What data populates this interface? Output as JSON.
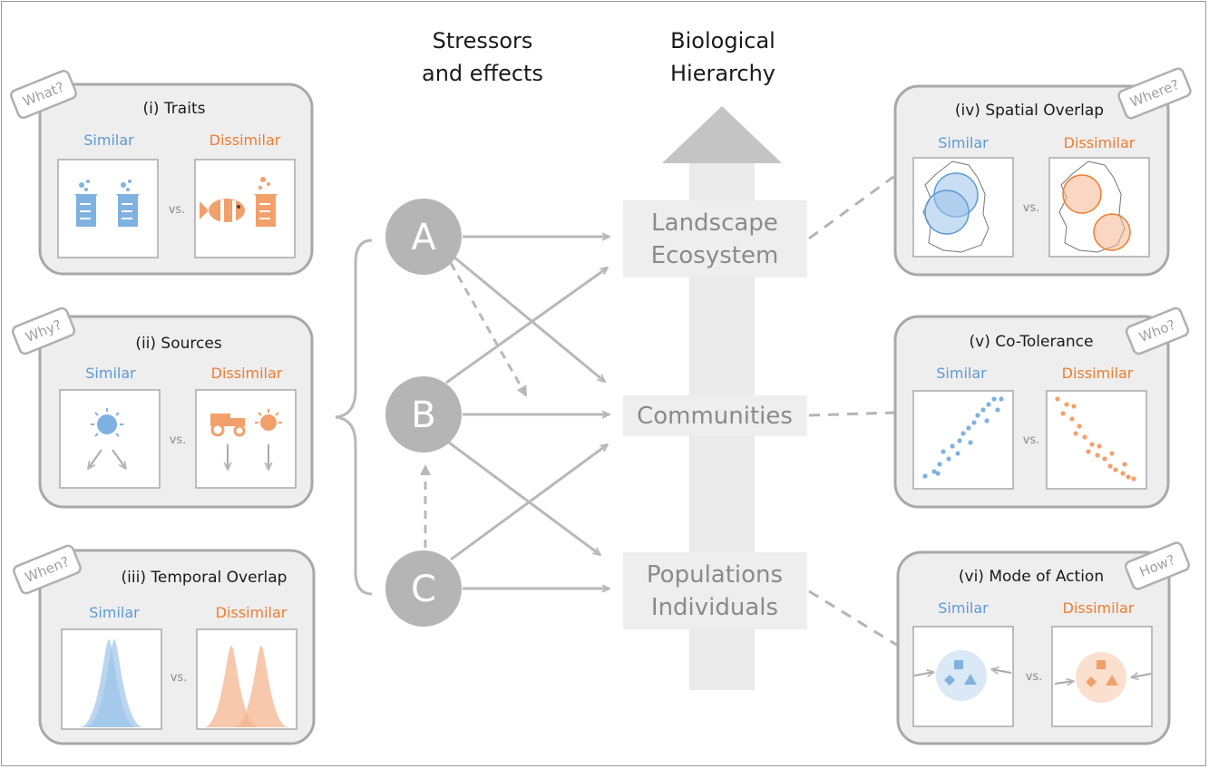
{
  "headers": {
    "stressors": [
      "Stressors",
      "and effects"
    ],
    "hierarchy": [
      "Biological",
      "Hierarchy"
    ]
  },
  "panels": {
    "traits": {
      "title": "(i) Traits",
      "tag": "What?",
      "similar": "Similar",
      "dissimilar": "Dissimilar",
      "vs": "vs."
    },
    "sources": {
      "title": "(ii) Sources",
      "tag": "Why?",
      "similar": "Similar",
      "dissimilar": "Dissimilar",
      "vs": "vs."
    },
    "temporal": {
      "title": "(iii) Temporal Overlap",
      "tag": "When?",
      "similar": "Similar",
      "dissimilar": "Dissimilar",
      "vs": "vs."
    },
    "spatial": {
      "title": "(iv) Spatial Overlap",
      "tag": "Where?",
      "similar": "Similar",
      "dissimilar": "Dissimilar",
      "vs": "vs."
    },
    "cotolerance": {
      "title": "(v) Co-Tolerance",
      "tag": "Who?",
      "similar": "Similar",
      "dissimilar": "Dissimilar",
      "vs": "vs."
    },
    "mode": {
      "title": "(vi) Mode of Action",
      "tag": "How?",
      "similar": "Similar",
      "dissimilar": "Dissimilar",
      "vs": "vs."
    }
  },
  "nodes": {
    "a": "A",
    "b": "B",
    "c": "C"
  },
  "levels": {
    "landscape": [
      "Landscape",
      "Ecosystem"
    ],
    "communities": [
      "Communities"
    ],
    "populations": [
      "Populations",
      "Individuals"
    ]
  },
  "colors": {
    "similar": "#5b9bd5",
    "dissimilar": "#ed7d31",
    "grey": "#b5b5b5"
  },
  "icons": {
    "traits_similar": [
      "beaker-icon",
      "beaker-icon"
    ],
    "traits_dissimilar": [
      "fish-icon",
      "beaker-icon"
    ],
    "sources_similar": [
      "sun-icon"
    ],
    "sources_dissimilar": [
      "tractor-icon",
      "sun-icon"
    ],
    "spatial": [
      "ireland-map-icon"
    ],
    "mode": [
      "square-icon",
      "diamond-icon",
      "triangle-icon"
    ]
  }
}
